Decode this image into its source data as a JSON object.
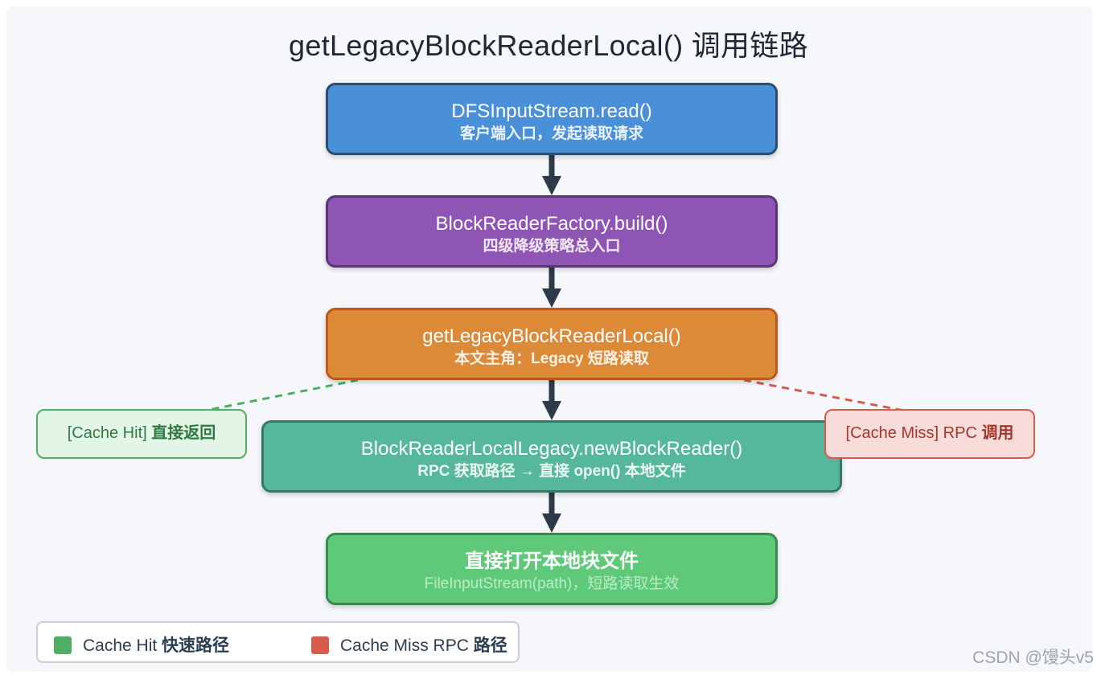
{
  "title": "getLegacyBlockReaderLocal() 调用链路",
  "nodes": [
    {
      "main": "DFSInputStream.read()",
      "sub": "客户端入口，发起读取请求"
    },
    {
      "main": "BlockReaderFactory.build()",
      "sub": "四级降级策略总入口"
    },
    {
      "main": "getLegacyBlockReaderLocal()",
      "sub": "本文主角：Legacy 短路读取"
    },
    {
      "main": "BlockReaderLocalLegacy.newBlockReader()",
      "sub": "RPC 获取路径 → 直接 open() 本地文件"
    },
    {
      "main": "直接打开本地块文件",
      "sub": "FileInputStream(path)，短路读取生效"
    }
  ],
  "branches": {
    "hit": {
      "prefix": "[Cache Hit]",
      "label": "直接返回"
    },
    "miss": {
      "prefix": "[Cache Miss] RPC",
      "label": "调用"
    }
  },
  "legend": [
    {
      "text": "Cache Hit",
      "cn": "快速路径",
      "color": "#4fae63"
    },
    {
      "text": "Cache Miss RPC",
      "cn": "路径",
      "color": "#d65b4c"
    }
  ],
  "colors": {
    "arrow": "#2d3a4a",
    "hit": "#4fae63",
    "miss": "#d65b4c"
  },
  "watermark": "CSDN @馒头v5"
}
